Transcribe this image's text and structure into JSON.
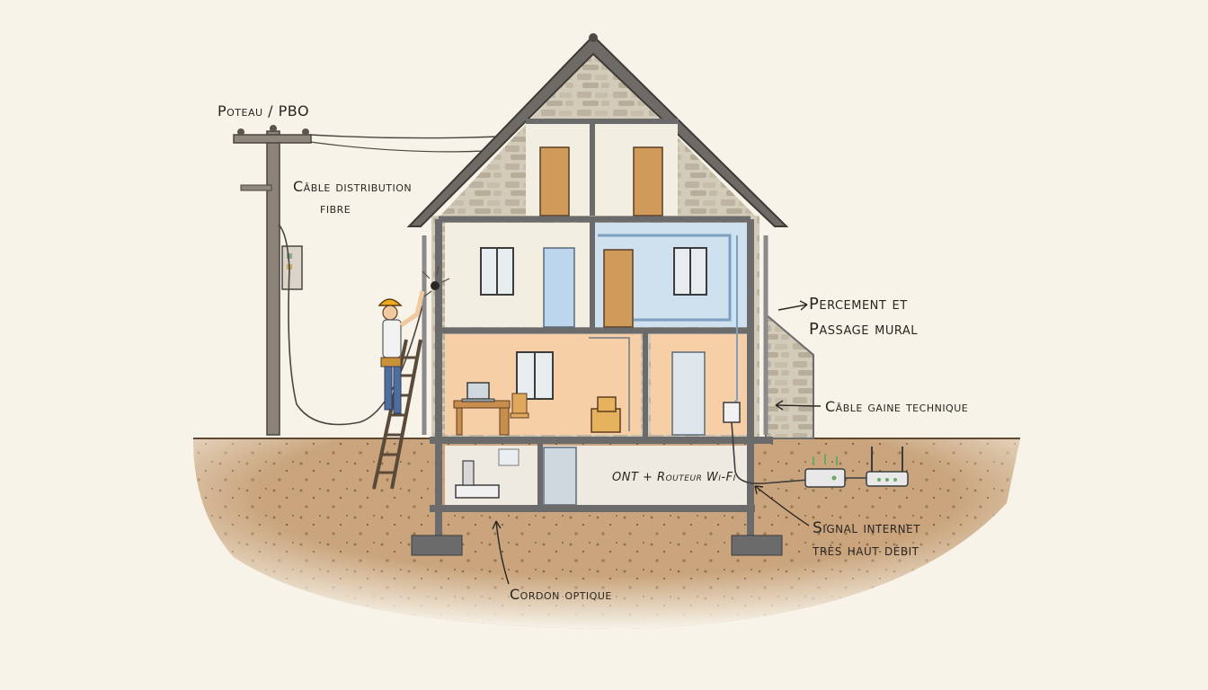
{
  "labels": {
    "poteau": "Poteau / PBO",
    "cable_distribution_line1": "Câble distribution",
    "cable_distribution_line2": "fibre",
    "percement_line1": "Percement et",
    "percement_line2": "Passage mural",
    "cable_gaine": "Câble gaine technique",
    "ont_routeur": "ONT + Routeur Wi-Fi",
    "signal_line1": "Signal internet",
    "signal_line2": "très haut débit",
    "cordon": "Cordon optique"
  },
  "colors": {
    "background": "#f7f3e8",
    "stone": "#cfc7b6",
    "roof": "#6e6a66",
    "frame": "#6b6b6b",
    "wall_upper": "#f3eee2",
    "wall_blue": "#cfe0ee",
    "wall_peach": "#f6cfa6",
    "door_wood": "#cf9a5a",
    "door_blue": "#bcd6ee",
    "ground": "#c9a47c",
    "helmet": "#f0a91e",
    "worker_pants": "#4e6f9e"
  },
  "icons": [
    "utility-pole-icon",
    "worker-icon",
    "ladder-icon",
    "laptop-icon",
    "router-icon",
    "ont-box-icon",
    "wall-socket-icon"
  ]
}
